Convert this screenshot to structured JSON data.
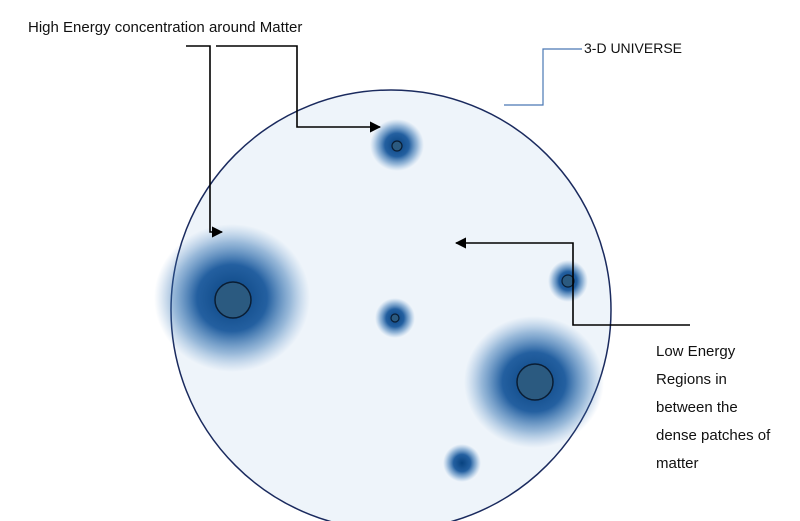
{
  "labels": {
    "high_energy": "High Energy concentration around Matter",
    "universe": "3-D UNIVERSE",
    "low_energy_lines": [
      "Low Energy",
      "Regions in",
      "between the",
      "dense patches of",
      "matter"
    ]
  },
  "colors": {
    "universe_fill": "#eef4fa",
    "universe_stroke": "#1a2a5e",
    "energy_blue": "#0d4f96",
    "matter_fill": "#2b5a80",
    "universe_pointer": "#4a78b4",
    "arrow": "#000000"
  }
}
